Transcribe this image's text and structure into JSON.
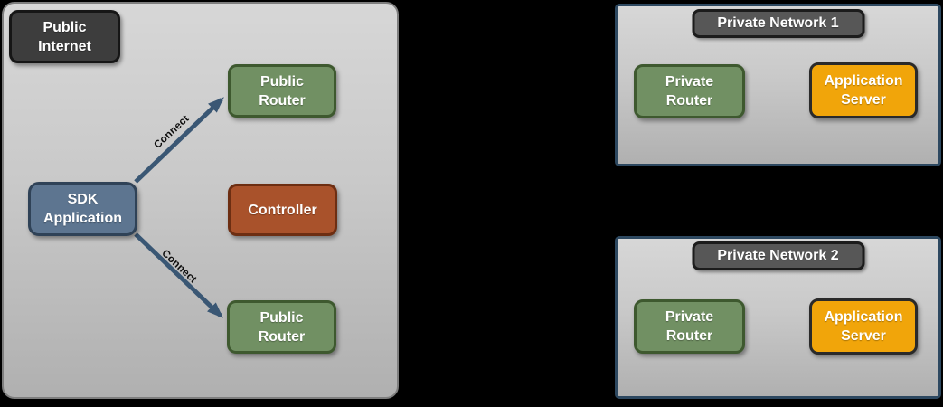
{
  "page": {
    "background": "#000000"
  },
  "colors": {
    "region_fill_top": "#d7d7d7",
    "region_fill_bottom": "#b0b0b0",
    "public_region_border": "#7e7e7e",
    "private_region_border": "#2d4860",
    "internet_badge_fill": "#3d3d3d",
    "network_badge_fill": "#575757",
    "router_green": "#719063",
    "router_green_border": "#3e592f",
    "sdk_blue": "#5d7590",
    "sdk_blue_border": "#2f4257",
    "controller_rust": "#a9522b",
    "controller_rust_border": "#6d2e12",
    "app_server_orange": "#f1a50a",
    "edge_color": "#3a5774"
  },
  "regions": {
    "public_internet": {
      "label": "Public\nInternet",
      "nodes": {
        "public_router_top": {
          "label": "Public\nRouter",
          "color": "#719063"
        },
        "sdk_application": {
          "label": "SDK\nApplication",
          "color": "#5d7590"
        },
        "controller": {
          "label": "Controller",
          "color": "#a9522b"
        },
        "public_router_bottom": {
          "label": "Public\nRouter",
          "color": "#719063"
        }
      },
      "edges": [
        {
          "from": "sdk_application",
          "to": "public_router_top",
          "label": "Connect"
        },
        {
          "from": "sdk_application",
          "to": "public_router_bottom",
          "label": "Connect"
        }
      ]
    },
    "private_network_1": {
      "label": "Private Network 1",
      "nodes": {
        "private_router": {
          "label": "Private\nRouter",
          "color": "#719063"
        },
        "application_server": {
          "label": "Application\nServer",
          "color": "#f1a50a"
        }
      }
    },
    "private_network_2": {
      "label": "Private Network 2",
      "nodes": {
        "private_router": {
          "label": "Private\nRouter",
          "color": "#719063"
        },
        "application_server": {
          "label": "Application\nServer",
          "color": "#f1a50a"
        }
      }
    }
  }
}
